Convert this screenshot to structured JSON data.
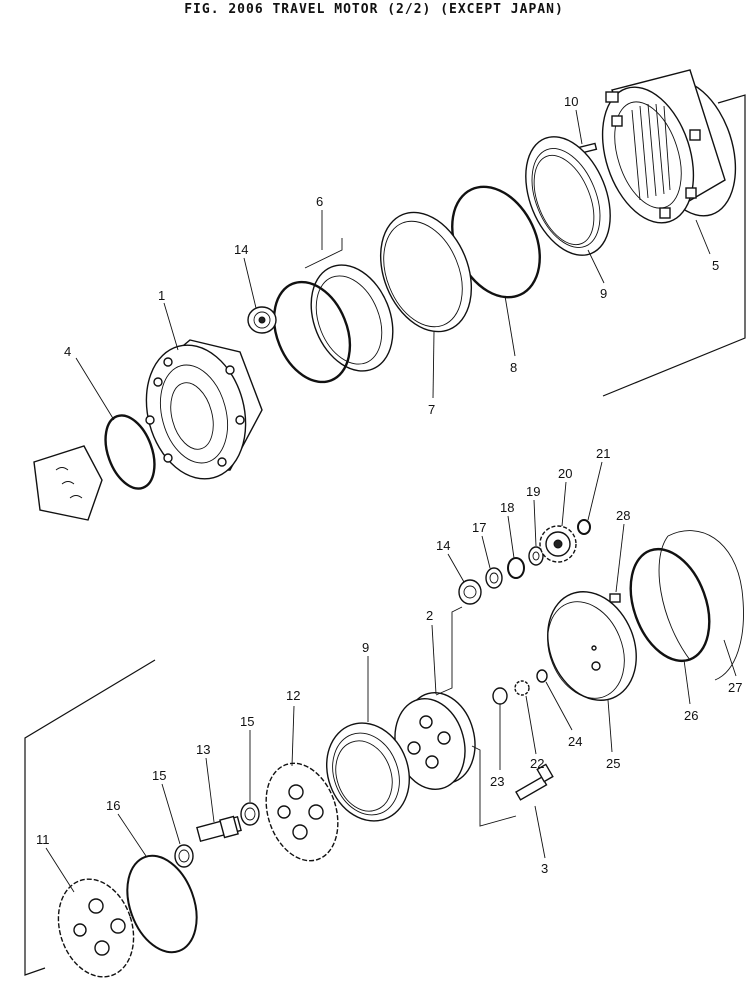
{
  "figure": {
    "title": "FIG. 2006  TRAVEL MOTOR (2/2) (EXCEPT JAPAN)"
  },
  "callouts": [
    {
      "id": "c1",
      "label": "1"
    },
    {
      "id": "c2",
      "label": "2"
    },
    {
      "id": "c3",
      "label": "3"
    },
    {
      "id": "c4",
      "label": "4"
    },
    {
      "id": "c5",
      "label": "5"
    },
    {
      "id": "c6",
      "label": "6"
    },
    {
      "id": "c7",
      "label": "7"
    },
    {
      "id": "c8",
      "label": "8"
    },
    {
      "id": "c9a",
      "label": "9"
    },
    {
      "id": "c9b",
      "label": "9"
    },
    {
      "id": "c10",
      "label": "10"
    },
    {
      "id": "c11",
      "label": "11"
    },
    {
      "id": "c12",
      "label": "12"
    },
    {
      "id": "c13",
      "label": "13"
    },
    {
      "id": "c14a",
      "label": "14"
    },
    {
      "id": "c14b",
      "label": "14"
    },
    {
      "id": "c15a",
      "label": "15"
    },
    {
      "id": "c15b",
      "label": "15"
    },
    {
      "id": "c16",
      "label": "16"
    },
    {
      "id": "c17",
      "label": "17"
    },
    {
      "id": "c18",
      "label": "18"
    },
    {
      "id": "c19",
      "label": "19"
    },
    {
      "id": "c20",
      "label": "20"
    },
    {
      "id": "c21",
      "label": "21"
    },
    {
      "id": "c22",
      "label": "22"
    },
    {
      "id": "c23",
      "label": "23"
    },
    {
      "id": "c24",
      "label": "24"
    },
    {
      "id": "c25",
      "label": "25"
    },
    {
      "id": "c26",
      "label": "26"
    },
    {
      "id": "c27",
      "label": "27"
    },
    {
      "id": "c28",
      "label": "28"
    }
  ]
}
